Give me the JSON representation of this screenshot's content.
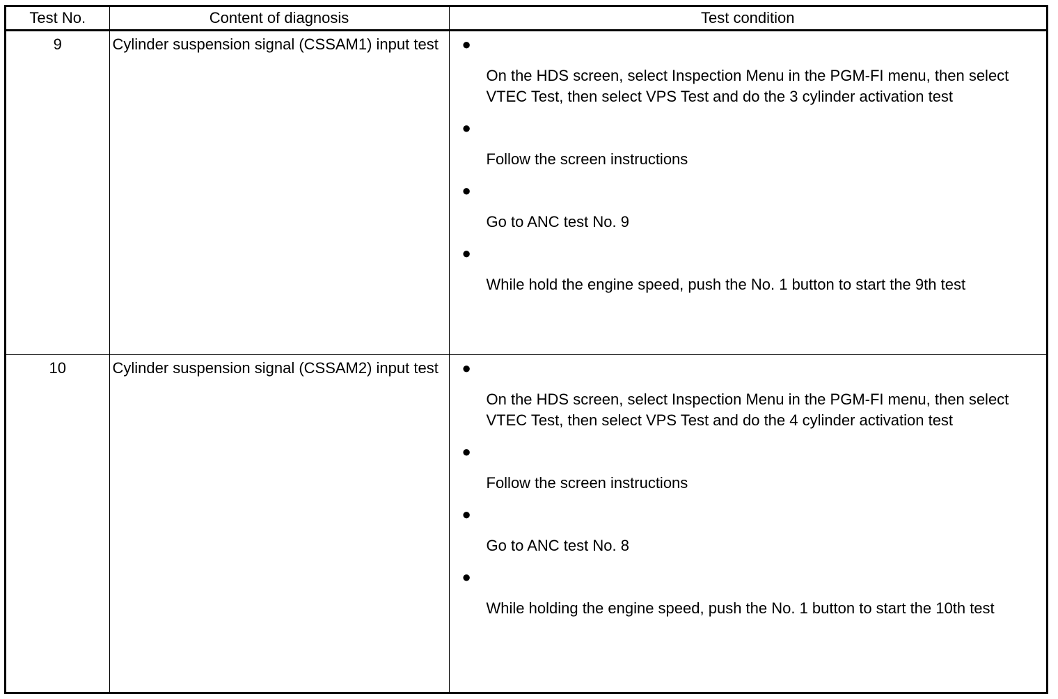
{
  "table": {
    "headers": [
      "Test No.",
      "Content of diagnosis",
      "Test condition"
    ],
    "bullet_glyph": "●",
    "rows": [
      {
        "test_no": "9",
        "content": "Cylinder suspension signal (CSSAM1) input test",
        "conditions": [
          "On the HDS screen, select Inspection Menu in the PGM-FI menu, then select VTEC Test, then select VPS Test and do the 3 cylinder activation test",
          "Follow the screen instructions",
          "Go to ANC test No. 9",
          "While hold the engine speed, push the No. 1 button to start the 9th test"
        ]
      },
      {
        "test_no": "10",
        "content": "Cylinder suspension signal (CSSAM2) input test",
        "conditions": [
          "On the HDS screen, select Inspection Menu in the PGM-FI menu, then select VTEC Test, then select VPS Test and do the 4 cylinder activation test",
          "Follow the screen instructions",
          "Go to ANC test No. 8",
          "While holding the engine speed, push the No. 1 button to start the 10th test"
        ]
      }
    ]
  }
}
